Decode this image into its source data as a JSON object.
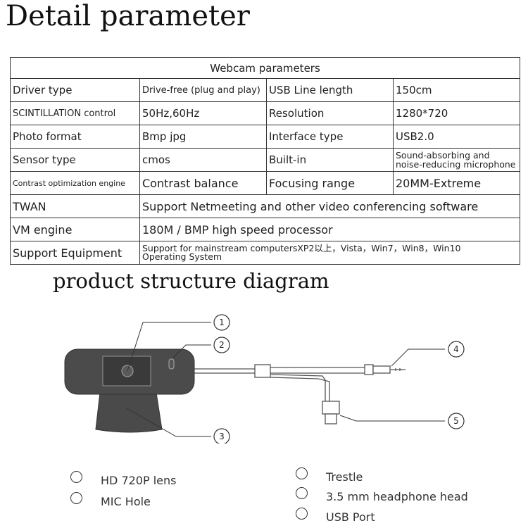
{
  "page_title": "Detail parameter",
  "table": {
    "caption": "Webcam parameters",
    "rows": [
      [
        "Driver type",
        "Drive-free (plug and play)",
        "USB Line length",
        "150cm"
      ],
      [
        "SCINTILLATION control",
        "50Hz,60Hz",
        "Resolution",
        "1280*720"
      ],
      [
        "Photo format",
        "Bmp jpg",
        "Interface type",
        "USB2.0"
      ],
      [
        "Sensor type",
        "cmos",
        "Built-in",
        "Sound-absorbing and",
        "noise-reducing microphone"
      ],
      [
        "Contrast optimization engine",
        "Contrast balance",
        "Focusing range",
        "20MM-Extreme"
      ],
      [
        "TWAN",
        "Support Netmeeting and other video conferencing software"
      ],
      [
        "VM engine",
        "180M / BMP high speed processor"
      ],
      [
        "Support Equipment",
        "Support for mainstream computersXP2以上，Vista，Win7，Win8，Win10",
        "Operating System"
      ]
    ]
  },
  "structure": {
    "title": "product structure diagram",
    "markers": [
      "①",
      "②",
      "③",
      "④",
      "⑤"
    ],
    "legend": [
      {
        "num": "①",
        "label": "HD 720P lens"
      },
      {
        "num": "②",
        "label": "MIC Hole"
      },
      {
        "num": "③",
        "label": "Trestle"
      },
      {
        "num": "④",
        "label": "3.5 mm headphone head"
      },
      {
        "num": "⑤",
        "label": "USB Port"
      }
    ]
  }
}
